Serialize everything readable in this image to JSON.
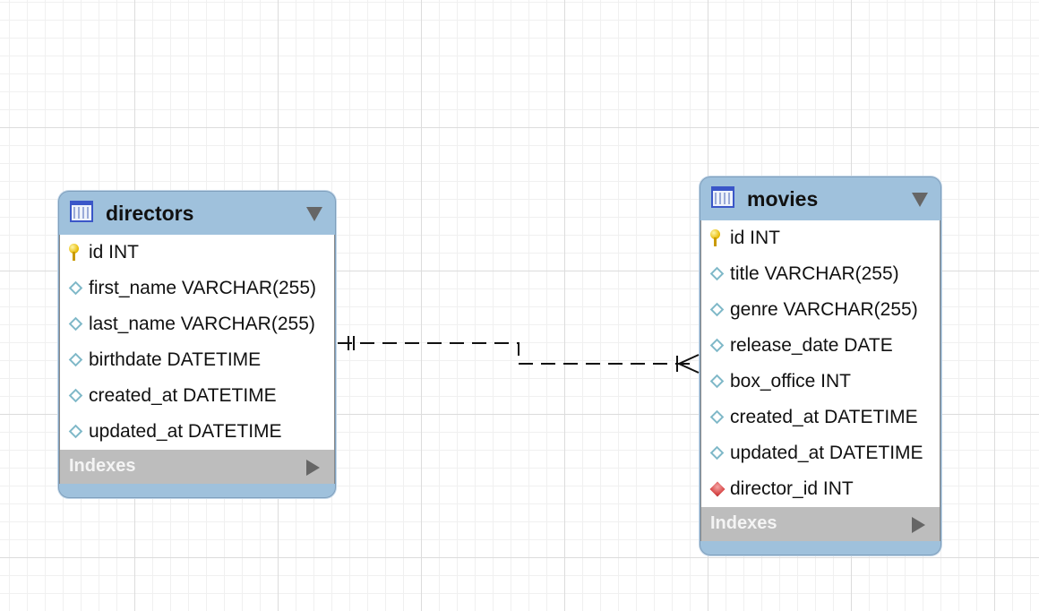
{
  "tables": [
    {
      "name": "directors",
      "columns": [
        {
          "label": "id INT",
          "kind": "primary-key"
        },
        {
          "label": "first_name VARCHAR(255)",
          "kind": "attribute"
        },
        {
          "label": "last_name VARCHAR(255)",
          "kind": "attribute"
        },
        {
          "label": "birthdate DATETIME",
          "kind": "attribute"
        },
        {
          "label": "created_at DATETIME",
          "kind": "attribute"
        },
        {
          "label": "updated_at DATETIME",
          "kind": "attribute"
        }
      ],
      "indexes_label": "Indexes"
    },
    {
      "name": "movies",
      "columns": [
        {
          "label": "id INT",
          "kind": "primary-key"
        },
        {
          "label": "title VARCHAR(255)",
          "kind": "attribute"
        },
        {
          "label": "genre VARCHAR(255)",
          "kind": "attribute"
        },
        {
          "label": "release_date DATE",
          "kind": "attribute"
        },
        {
          "label": "box_office INT",
          "kind": "attribute"
        },
        {
          "label": "created_at DATETIME",
          "kind": "attribute"
        },
        {
          "label": "updated_at DATETIME",
          "kind": "attribute"
        },
        {
          "label": "director_id INT",
          "kind": "foreign-key"
        }
      ],
      "indexes_label": "Indexes"
    }
  ],
  "relationship": {
    "from": "directors",
    "to": "movies",
    "from_cardinality": "one-and-only-one",
    "to_cardinality": "one-or-many",
    "line_style": "dashed"
  },
  "colors": {
    "header": "#9fc1dc",
    "indexes_bar": "#bdbdbd",
    "primary_key": "#e6b800",
    "foreign_key": "#d94a4a",
    "attribute": "#7fb8c8"
  }
}
